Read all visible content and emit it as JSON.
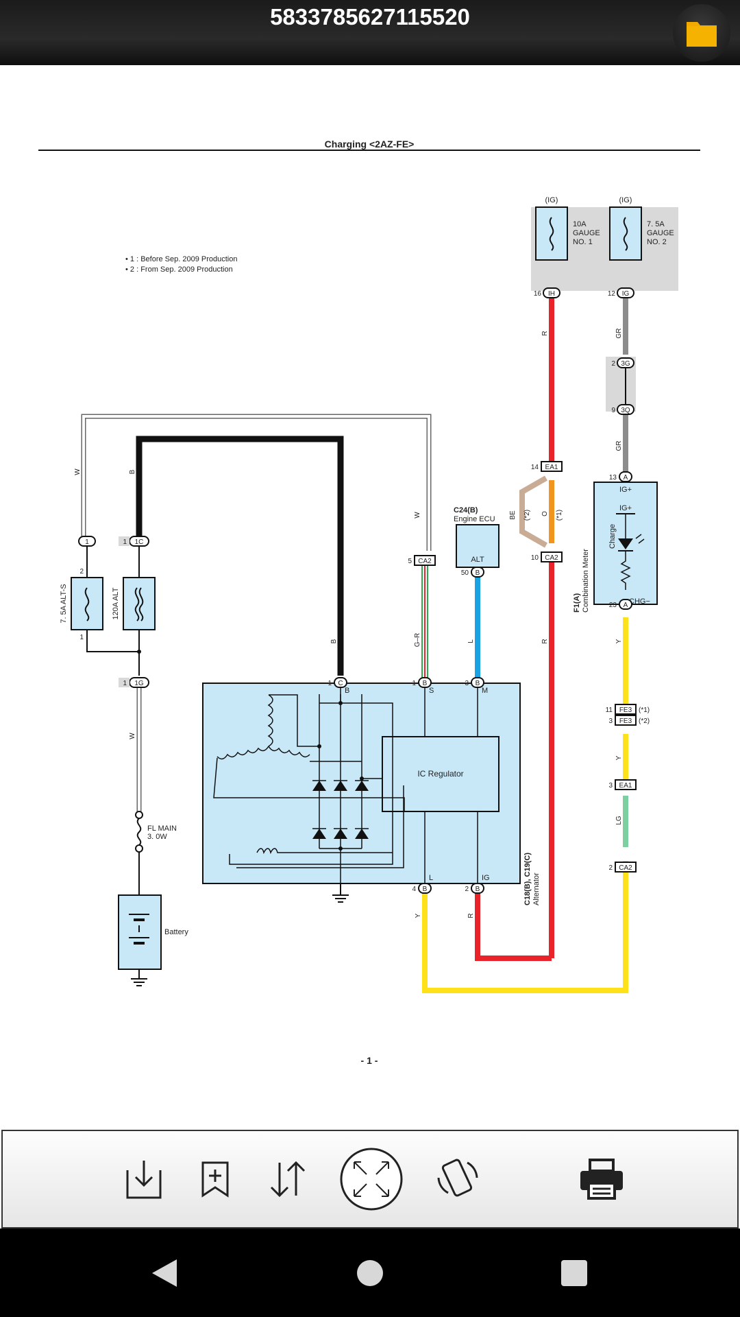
{
  "header": {
    "title": "5833785627115520"
  },
  "document": {
    "title": "Charging <2AZ-FE>",
    "notes": [
      "• 1 : Before Sep.  2009 Production",
      "• 2 : From Sep.  2009 Production"
    ],
    "page_number": "- 1 -",
    "fuse_ig_1": "(IG)",
    "fuse_ig_2": "(IG)",
    "fuse_10a": [
      "10A",
      "GAUGE",
      "NO. 1"
    ],
    "fuse_75a": [
      "7. 5A",
      "GAUGE",
      "NO. 2"
    ],
    "fuse_alt_s": "7. 5A ALT-S",
    "fuse_120a": "120A ALT",
    "fl_main": [
      "FL MAIN",
      "3. 0W"
    ],
    "battery": "Battery",
    "ecu_code": "C24(B)",
    "ecu_name": "Engine ECU",
    "ecu_alt": "ALT",
    "ic_regulator": "IC Regulator",
    "alternator_code": "C18(B), C19(C)",
    "alternator_name": "Alternator",
    "meter_code": "F1(A)",
    "meter_name": "Combination Meter",
    "meter_igplus_outer": "IG+",
    "meter_igplus_inner": "IG+",
    "meter_charge": "Charge",
    "meter_chg": "CHG−",
    "variant_1": "(*1)",
    "variant_2": "(*2)",
    "wire_labels": {
      "w": "W",
      "b": "B",
      "r": "R",
      "gr": "GR",
      "y": "Y",
      "lg": "LG",
      "l": "L",
      "gr_green": "G–R",
      "o": "O",
      "be": "BE"
    },
    "alt_terminals": {
      "b": "B",
      "s": "S",
      "m": "M",
      "l": "L",
      "ig": "IG"
    },
    "connectors": {
      "ih": "IH",
      "ig": "IG",
      "c3g": "3G",
      "c3q": "3Q",
      "ea1": "EA1",
      "ca2": "CA2",
      "a": "A",
      "c1": "1",
      "c1c": "1C",
      "c1g": "1G",
      "c": "C",
      "b": "B",
      "fe3": "FE3"
    },
    "pins": {
      "p16": "16",
      "p12": "12",
      "p2": "2",
      "p9": "9",
      "p14": "14",
      "p13": "13",
      "p5": "5",
      "p50": "50",
      "p10": "10",
      "p23": "23",
      "p1": "1",
      "p3": "3",
      "p4": "4",
      "p11": "11"
    }
  },
  "toolbar": {
    "buttons": [
      {
        "name": "save-download",
        "icon": "download-icon"
      },
      {
        "name": "add-bookmark",
        "icon": "bookmark-add-icon"
      },
      {
        "name": "sort-scroll",
        "icon": "sort-arrows-icon"
      },
      {
        "name": "fullscreen",
        "icon": "expand-arrows-icon"
      },
      {
        "name": "rotate",
        "icon": "rotate-device-icon"
      },
      {
        "name": "print",
        "icon": "printer-icon"
      }
    ]
  },
  "colors": {
    "red": "#e8242a",
    "gray": "#8c8c8c",
    "yellow": "#ffe11a",
    "blue": "#1aa3e2",
    "green": "#7ccf9e",
    "orange": "#f2951e",
    "tan": "#c9ac95",
    "light_blue": "#c8e8f8",
    "fuse_bg": "#d9d9d9"
  }
}
